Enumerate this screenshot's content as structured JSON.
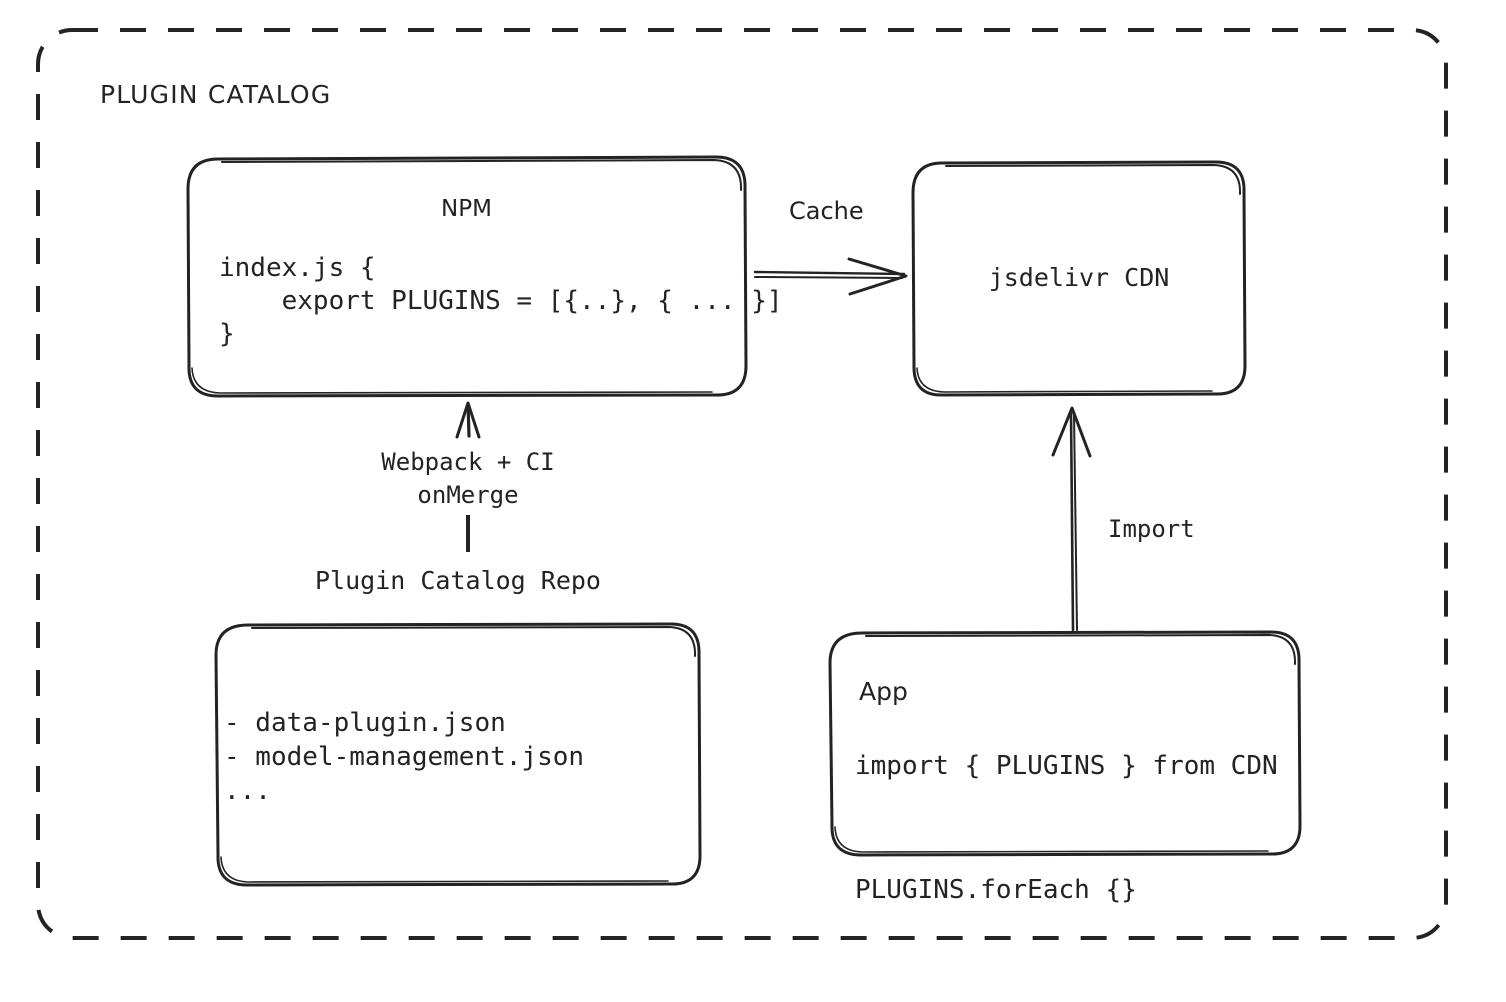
{
  "diagram": {
    "title": "PLUGIN CATALOG",
    "background_color": "#ffffff",
    "stroke_color": "#232323",
    "frame": {
      "style": "dashed",
      "label": "PLUGIN CATALOG"
    },
    "nodes": {
      "npm": {
        "title": "NPM",
        "code": "index.js {\n    export PLUGINS = [{..}, { ... }]\n}"
      },
      "cdn": {
        "title": "jsdelivr CDN"
      },
      "repo": {
        "title": "Plugin Catalog Repo",
        "files": "- data-plugin.json\n- model-management.json\n..."
      },
      "app": {
        "title": "App",
        "code": "import { PLUGINS } from CDN\n\nPLUGINS.forEach {}"
      }
    },
    "edges": {
      "npm_to_cdn": {
        "label": "Cache",
        "direction": "right"
      },
      "repo_to_npm": {
        "label": "Webpack + CI\nonMerge",
        "direction": "up"
      },
      "app_to_cdn": {
        "label": "Import",
        "direction": "up"
      }
    }
  }
}
